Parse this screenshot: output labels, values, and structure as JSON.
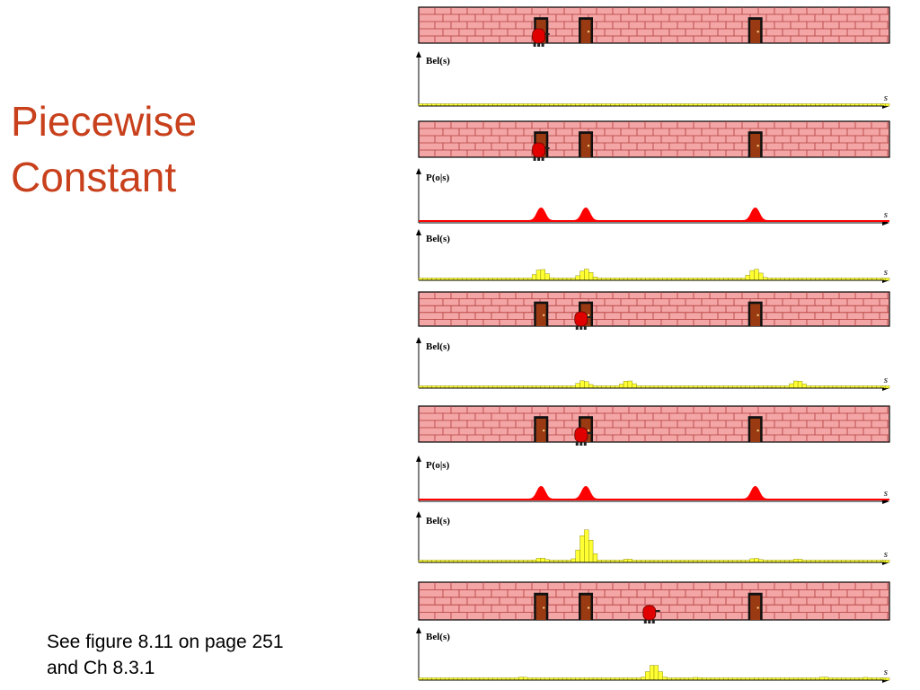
{
  "slide": {
    "title_line1": "Piecewise",
    "title_line2": "Constant",
    "caption_line1": "See figure 8.11 on page 251",
    "caption_line2": "and Ch 8.3.1"
  },
  "colors": {
    "title": "#c8401c",
    "wall": "#f4a6a6",
    "mortar": "#b03a3a",
    "door": "#9a3a12",
    "robot": "#e00000",
    "belief": "#ffff33",
    "observation": "#ff0000"
  },
  "labels": {
    "belief": "Bel(s)",
    "observation": "P(o|s)",
    "axis": "s"
  },
  "doors": [
    0.26,
    0.355,
    0.715
  ],
  "panels": [
    {
      "type": "corridor",
      "robot": 0.255
    },
    {
      "type": "belief",
      "profile": "uniform"
    },
    {
      "type": "corridor",
      "robot": 0.255
    },
    {
      "type": "observation",
      "peaks": [
        0.26,
        0.355,
        0.715
      ]
    },
    {
      "type": "belief",
      "bumps": [
        {
          "c": 0.26,
          "h": 0.28
        },
        {
          "c": 0.355,
          "h": 0.28
        },
        {
          "c": 0.715,
          "h": 0.28
        }
      ]
    },
    {
      "type": "corridor",
      "robot": 0.345
    },
    {
      "type": "belief",
      "bumps": [
        {
          "c": 0.35,
          "h": 0.18
        },
        {
          "c": 0.445,
          "h": 0.18
        },
        {
          "c": 0.805,
          "h": 0.18
        }
      ]
    },
    {
      "type": "corridor",
      "robot": 0.345
    },
    {
      "type": "observation",
      "peaks": [
        0.26,
        0.355,
        0.715
      ]
    },
    {
      "type": "belief",
      "bumps": [
        {
          "c": 0.26,
          "h": 0.1
        },
        {
          "c": 0.355,
          "h": 0.85
        },
        {
          "c": 0.445,
          "h": 0.07
        },
        {
          "c": 0.715,
          "h": 0.09
        },
        {
          "c": 0.805,
          "h": 0.07
        }
      ]
    },
    {
      "type": "corridor",
      "robot": 0.49
    },
    {
      "type": "belief",
      "bumps": [
        {
          "c": 0.22,
          "h": 0.06
        },
        {
          "c": 0.5,
          "h": 0.38
        },
        {
          "c": 0.59,
          "h": 0.05
        },
        {
          "c": 0.86,
          "h": 0.06
        },
        {
          "c": 0.95,
          "h": 0.05
        }
      ]
    }
  ]
}
